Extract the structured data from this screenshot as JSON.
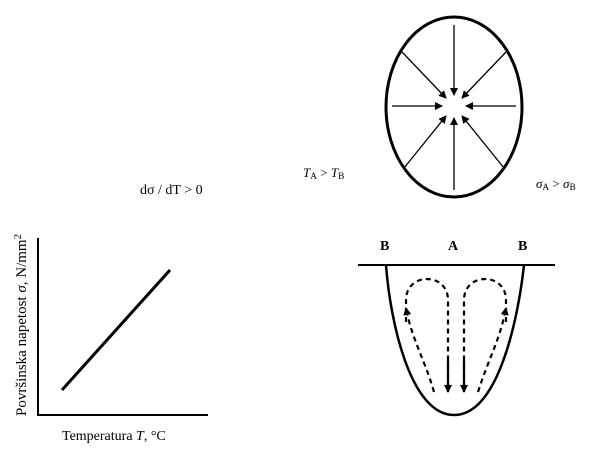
{
  "graph": {
    "condition": "dσ / dT > 0",
    "x_label_text": "Temperatura ",
    "x_label_var": "T",
    "x_label_unit": ", °C",
    "y_label_text": "Površinska napetost ",
    "y_label_var": "σ",
    "y_label_unit": ", N/mm",
    "y_label_exp": "2"
  },
  "pool": {
    "temp_left": "T",
    "temp_left_sub": "A",
    "temp_op": " > ",
    "temp_right": "T",
    "temp_right_sub": "B",
    "tension_left": "σ",
    "tension_left_sub": "A",
    "tension_op": " > ",
    "tension_right": "σ",
    "tension_right_sub": "B",
    "label_b_left": "B",
    "label_a": "A",
    "label_b_right": "B"
  }
}
